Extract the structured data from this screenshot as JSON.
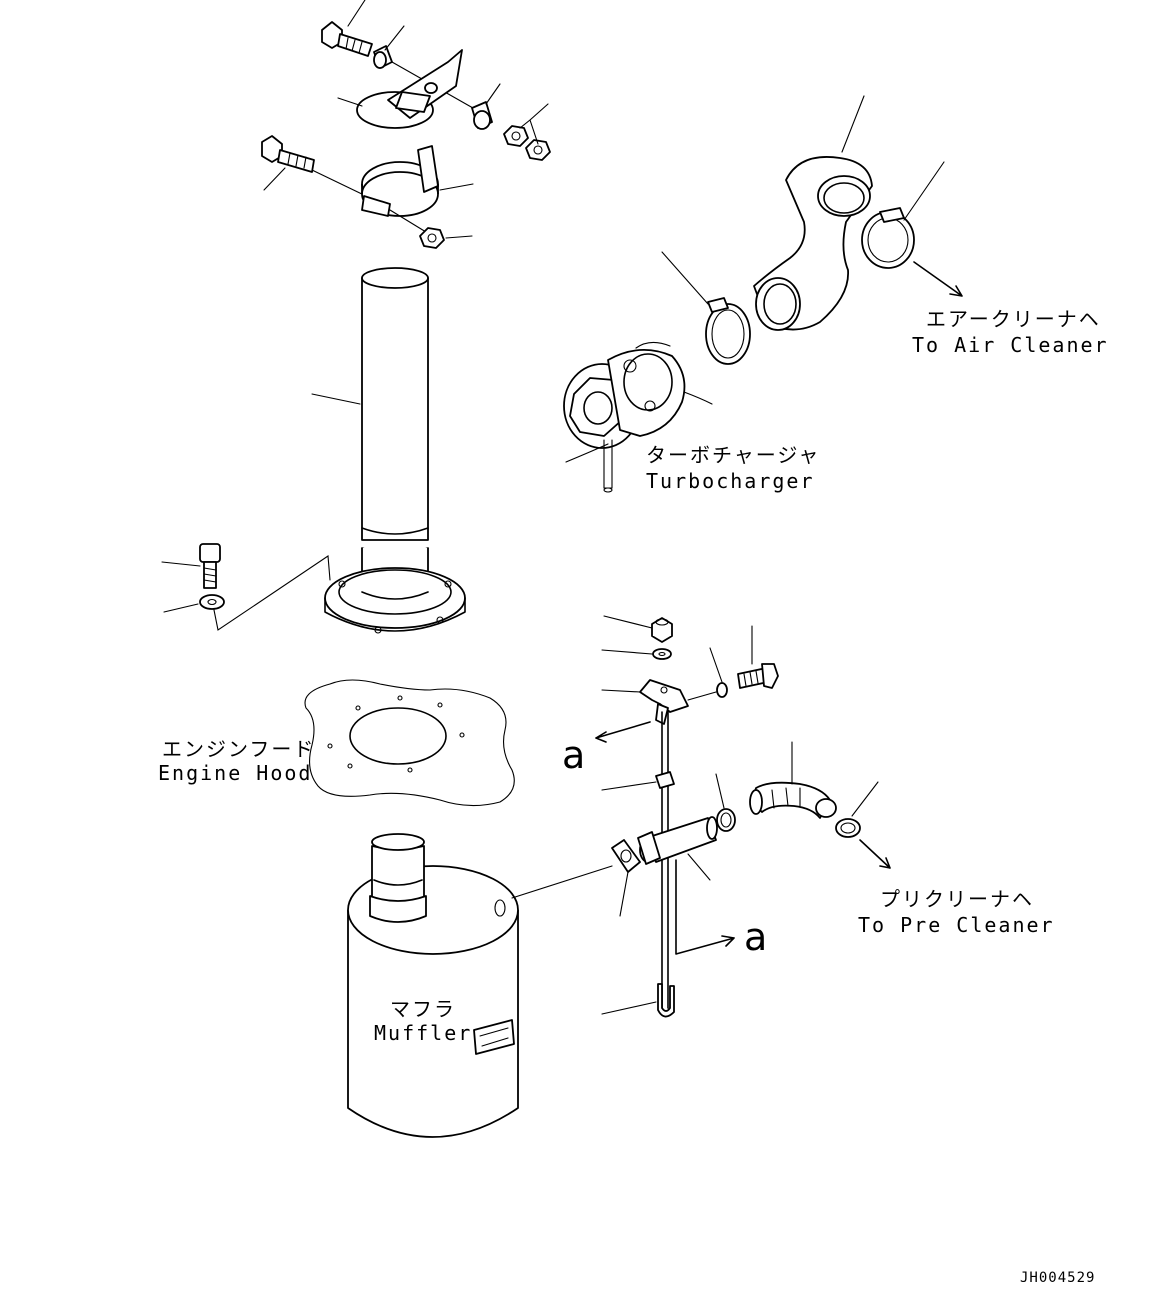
{
  "diagram": {
    "labels": {
      "air_cleaner_jp": "エアークリーナヘ",
      "air_cleaner_en": "To Air Cleaner",
      "turbocharger_jp": "ターボチャージャ",
      "turbocharger_en": "Turbocharger",
      "engine_hood_jp": "エンジンフード",
      "engine_hood_en": "Engine Hood",
      "muffler_jp": "マフラ",
      "muffler_en": "Muffler",
      "pre_cleaner_jp": "プリクリーナヘ",
      "pre_cleaner_en": "To Pre Cleaner",
      "ref_a_upper": "a",
      "ref_a_lower": "a",
      "drawing_code": "JH004529"
    }
  }
}
